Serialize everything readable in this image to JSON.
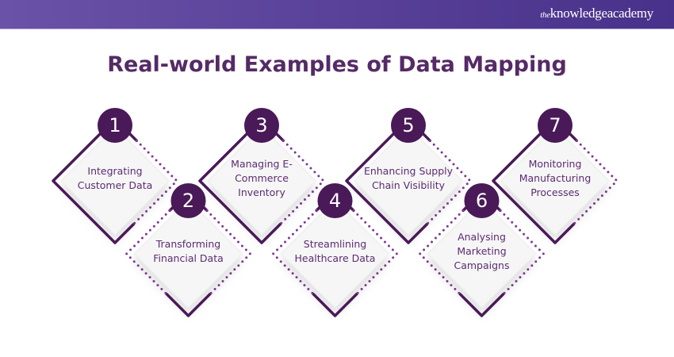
{
  "brand": {
    "prefix": "the",
    "name": "knowledgeacademy"
  },
  "title": "Real-world Examples of Data Mapping",
  "colors": {
    "accent": "#4a1958",
    "text": "#5b2c6f"
  },
  "steps": [
    {
      "number": "1",
      "label": "Integrating Customer Data"
    },
    {
      "number": "2",
      "label": "Transforming Financial Data"
    },
    {
      "number": "3",
      "label": "Managing E-Commerce Inventory"
    },
    {
      "number": "4",
      "label": "Streamlining Healthcare Data"
    },
    {
      "number": "5",
      "label": "Enhancing Supply Chain Visibility"
    },
    {
      "number": "6",
      "label": "Analysing Marketing Campaigns"
    },
    {
      "number": "7",
      "label": "Monitoring Manufacturing Processes"
    }
  ]
}
